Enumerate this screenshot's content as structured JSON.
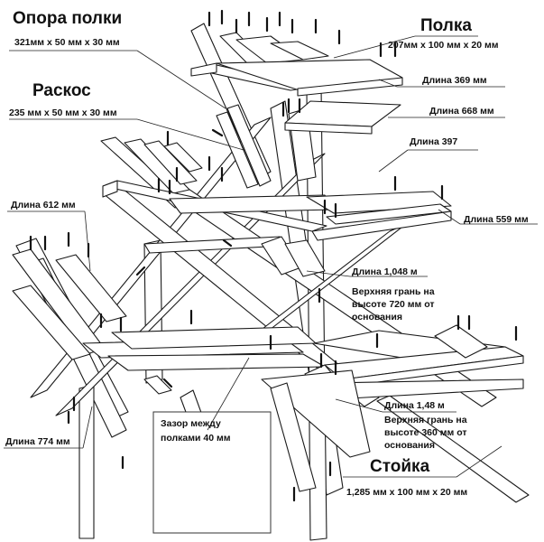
{
  "labels": {
    "shelf_support": "Опора полки",
    "shelf_support_size": "321мм х 50 мм х 30 мм",
    "shelf": "Полка",
    "shelf_size": "207мм х 100 мм х 20 мм",
    "len_369": "Длина 369 мм",
    "brace": "Раскос",
    "brace_size": "235 мм х 50 мм х 30 мм",
    "len_668": "Длина 668 мм",
    "len_397": "Длина 397",
    "len_612": "Длина 612 мм",
    "len_559": "Длина 559 мм",
    "len_1048": "Длина 1,048 м",
    "top_720_l1": "Верхняя грань на",
    "top_720_l2": "высоте 720 мм от",
    "top_720_l3": "основания",
    "gap_l1": "Зазор между",
    "gap_l2": "полками 40 мм",
    "len_1480": "Длина 1,48 м",
    "top_360_l1": "Верхняя грань на",
    "top_360_l2": "высоте 360 мм от",
    "top_360_l3": "основания",
    "len_774": "Длина 774 мм",
    "post": "Стойка",
    "post_size": "1,285 мм х 100 мм х 20 мм"
  },
  "colors": {
    "line": "#1a1a1a",
    "paper": "#ffffff"
  }
}
